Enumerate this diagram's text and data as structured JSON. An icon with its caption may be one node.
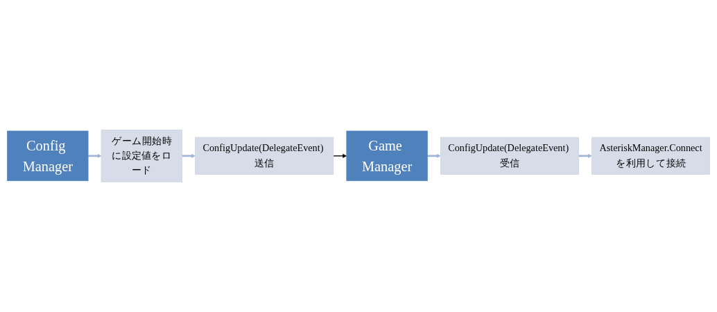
{
  "diagram": {
    "nodes": [
      {
        "text": [
          "Config Manager"
        ]
      },
      {
        "text": [
          "ゲーム開始時に設定値をロード"
        ]
      },
      {
        "text": [
          "ConfigUpdate(DelegateEvent) 送信"
        ]
      },
      {
        "text": [
          "Game Manager"
        ]
      },
      {
        "text": [
          "ConfigUpdate(DelegateEvent) 受信"
        ]
      },
      {
        "text": [
          "AsteriskManager.Connectを利用して接続"
        ]
      }
    ],
    "edges": [
      {
        "from": 0,
        "to": 1,
        "arrow": "to"
      },
      {
        "from": 1,
        "to": 2,
        "arrow": "to"
      },
      {
        "from": 2,
        "to": 3,
        "arrow": "to",
        "color": "#000000"
      },
      {
        "from": 3,
        "to": 4,
        "arrow": "to"
      },
      {
        "from": 4,
        "to": 5,
        "arrow": "to"
      }
    ]
  }
}
